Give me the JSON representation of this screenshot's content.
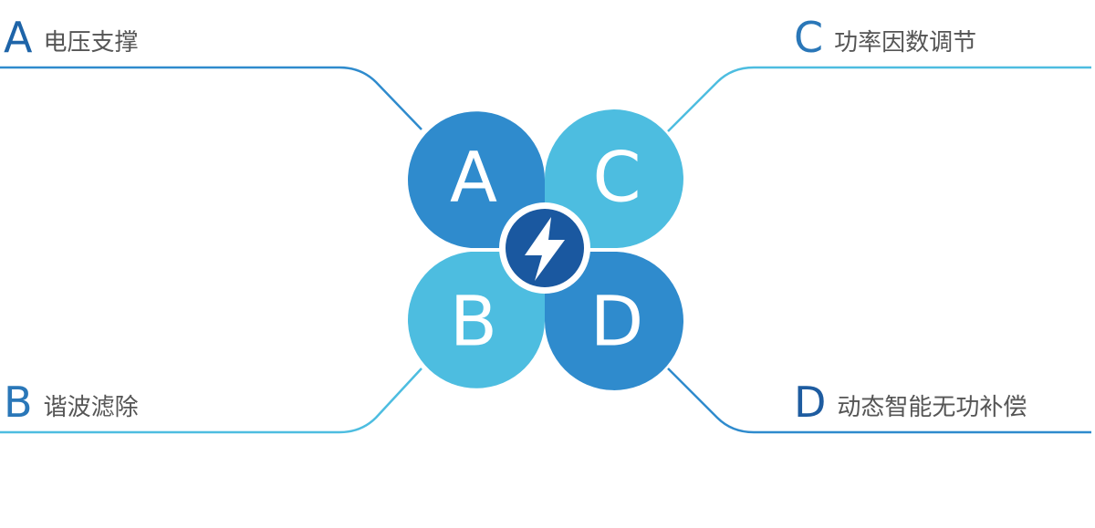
{
  "colors": {
    "dark_blue": "#2f8bcd",
    "light_blue": "#4dbde0",
    "center_navy": "#1a58a0",
    "line_a": "#2f8bcd",
    "line_b": "#4dbde0",
    "line_c": "#4dbde0",
    "line_d": "#2f8bcd"
  },
  "center_icon": "lightning-bolt-icon",
  "items": {
    "a": {
      "letter": "A",
      "label": "电压支撑"
    },
    "b": {
      "letter": "B",
      "label": "谐波滤除"
    },
    "c": {
      "letter": "C",
      "label": "功率因数调节"
    },
    "d": {
      "letter": "D",
      "label": "动态智能无功补偿"
    }
  }
}
